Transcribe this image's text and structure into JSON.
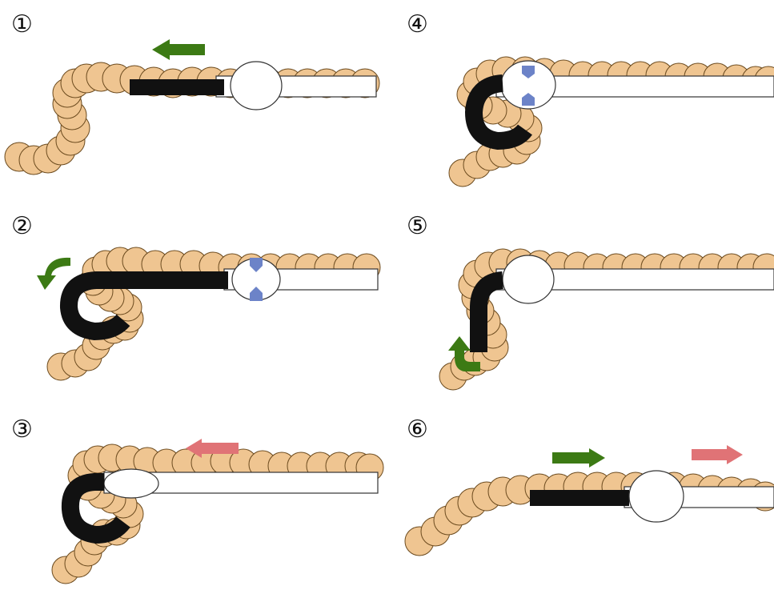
{
  "steps": [
    {
      "label": "①"
    },
    {
      "label": "②"
    },
    {
      "label": "③"
    },
    {
      "label": "④"
    },
    {
      "label": "⑤"
    },
    {
      "label": "⑥"
    }
  ],
  "colors": {
    "rope_fill": "#EFC591",
    "rope_stroke": "#6B4A1E",
    "device_black": "#111111",
    "tube_white": "#FFFFFF",
    "balloon_blue": "#6C83C8",
    "arrow_green": "#3C7A14",
    "arrow_pink": "#E07376"
  },
  "icons": {
    "move-left": "arrow-left",
    "move-right": "arrow-right",
    "hook-rotate": "curved-arrow",
    "inflate": "inward-arrows"
  }
}
